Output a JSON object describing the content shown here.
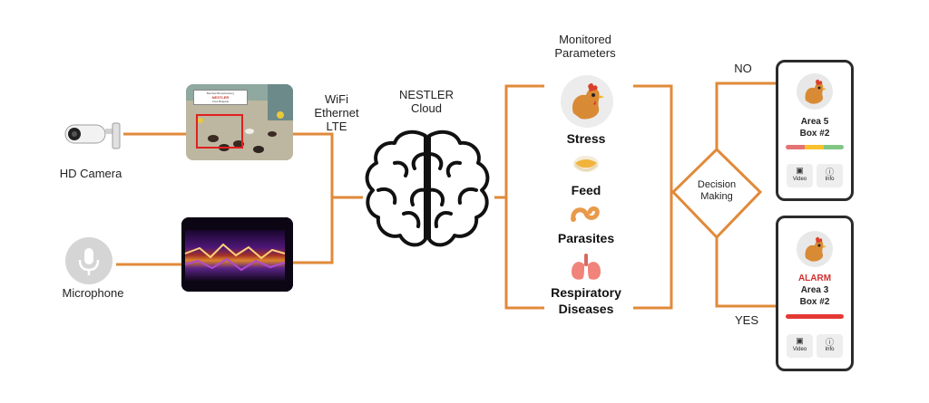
{
  "inputs": {
    "camera_label": "HD Camera",
    "microphone_label": "Microphone"
  },
  "camera_feed": {
    "sign_lines": [
      "Biochek BioLaboratory",
      "NESTLER",
      "Area Bulgaria"
    ]
  },
  "connectivity": {
    "label_lines": [
      "WiFi",
      "Ethernet",
      "LTE"
    ]
  },
  "cloud": {
    "label_lines": [
      "NESTLER",
      "Cloud"
    ]
  },
  "monitored": {
    "title_lines": [
      "Monitored",
      "Parameters"
    ],
    "params": [
      "Stress",
      "Feed",
      "Parasites",
      "Respiratory"
    ],
    "param_line2": "Diseases"
  },
  "decision": {
    "label_lines": [
      "Decision",
      "Making"
    ],
    "no_label": "NO",
    "yes_label": "YES"
  },
  "phone_no": {
    "area": "Area 5",
    "box": "Box #2",
    "video_label": "Video",
    "info_label": "Info"
  },
  "phone_yes": {
    "alarm": "ALARM",
    "area": "Area 3",
    "box": "Box #2",
    "video_label": "Video",
    "info_label": "Info"
  },
  "colors": {
    "connector": "#e08a3a",
    "alarm": "#d32f2f",
    "bar_ok": [
      "#e57373",
      "#fbc02d",
      "#81c784"
    ],
    "bar_alarm": "#e53935"
  },
  "icons": [
    "camera-icon",
    "microphone-icon",
    "brain-icon",
    "chicken-icon",
    "feed-icon",
    "parasite-icon",
    "lungs-icon",
    "video-icon",
    "info-icon"
  ]
}
